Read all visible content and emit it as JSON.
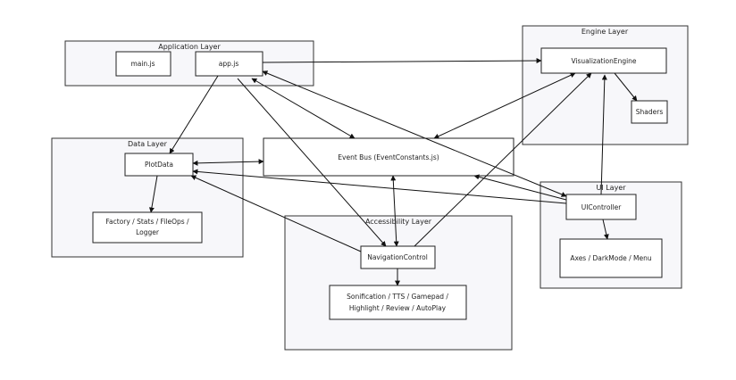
{
  "layers": {
    "application": {
      "title": "Application Layer"
    },
    "engine": {
      "title": "Engine Layer"
    },
    "data": {
      "title": "Data Layer"
    },
    "ui": {
      "title": "UI Layer"
    },
    "accessibility": {
      "title": "Accessibility Layer"
    }
  },
  "nodes": {
    "main_js": {
      "label": "main.js"
    },
    "app_js": {
      "label": "app.js"
    },
    "viz_engine": {
      "label": "VisualizationEngine"
    },
    "shaders": {
      "label": "Shaders"
    },
    "plot_data": {
      "label": "PlotData"
    },
    "data_utils": {
      "line1": "Factory / Stats / FileOps /",
      "line2": "Logger"
    },
    "event_bus": {
      "label": "Event Bus (EventConstants.js)"
    },
    "ui_controller": {
      "label": "UIController"
    },
    "ui_components": {
      "label": "Axes / DarkMode / Menu"
    },
    "nav_control": {
      "label": "NavigationControl"
    },
    "a11y_features": {
      "line1": "Sonification / TTS / Gamepad /",
      "line2": "Highlight / Review / AutoPlay"
    }
  }
}
